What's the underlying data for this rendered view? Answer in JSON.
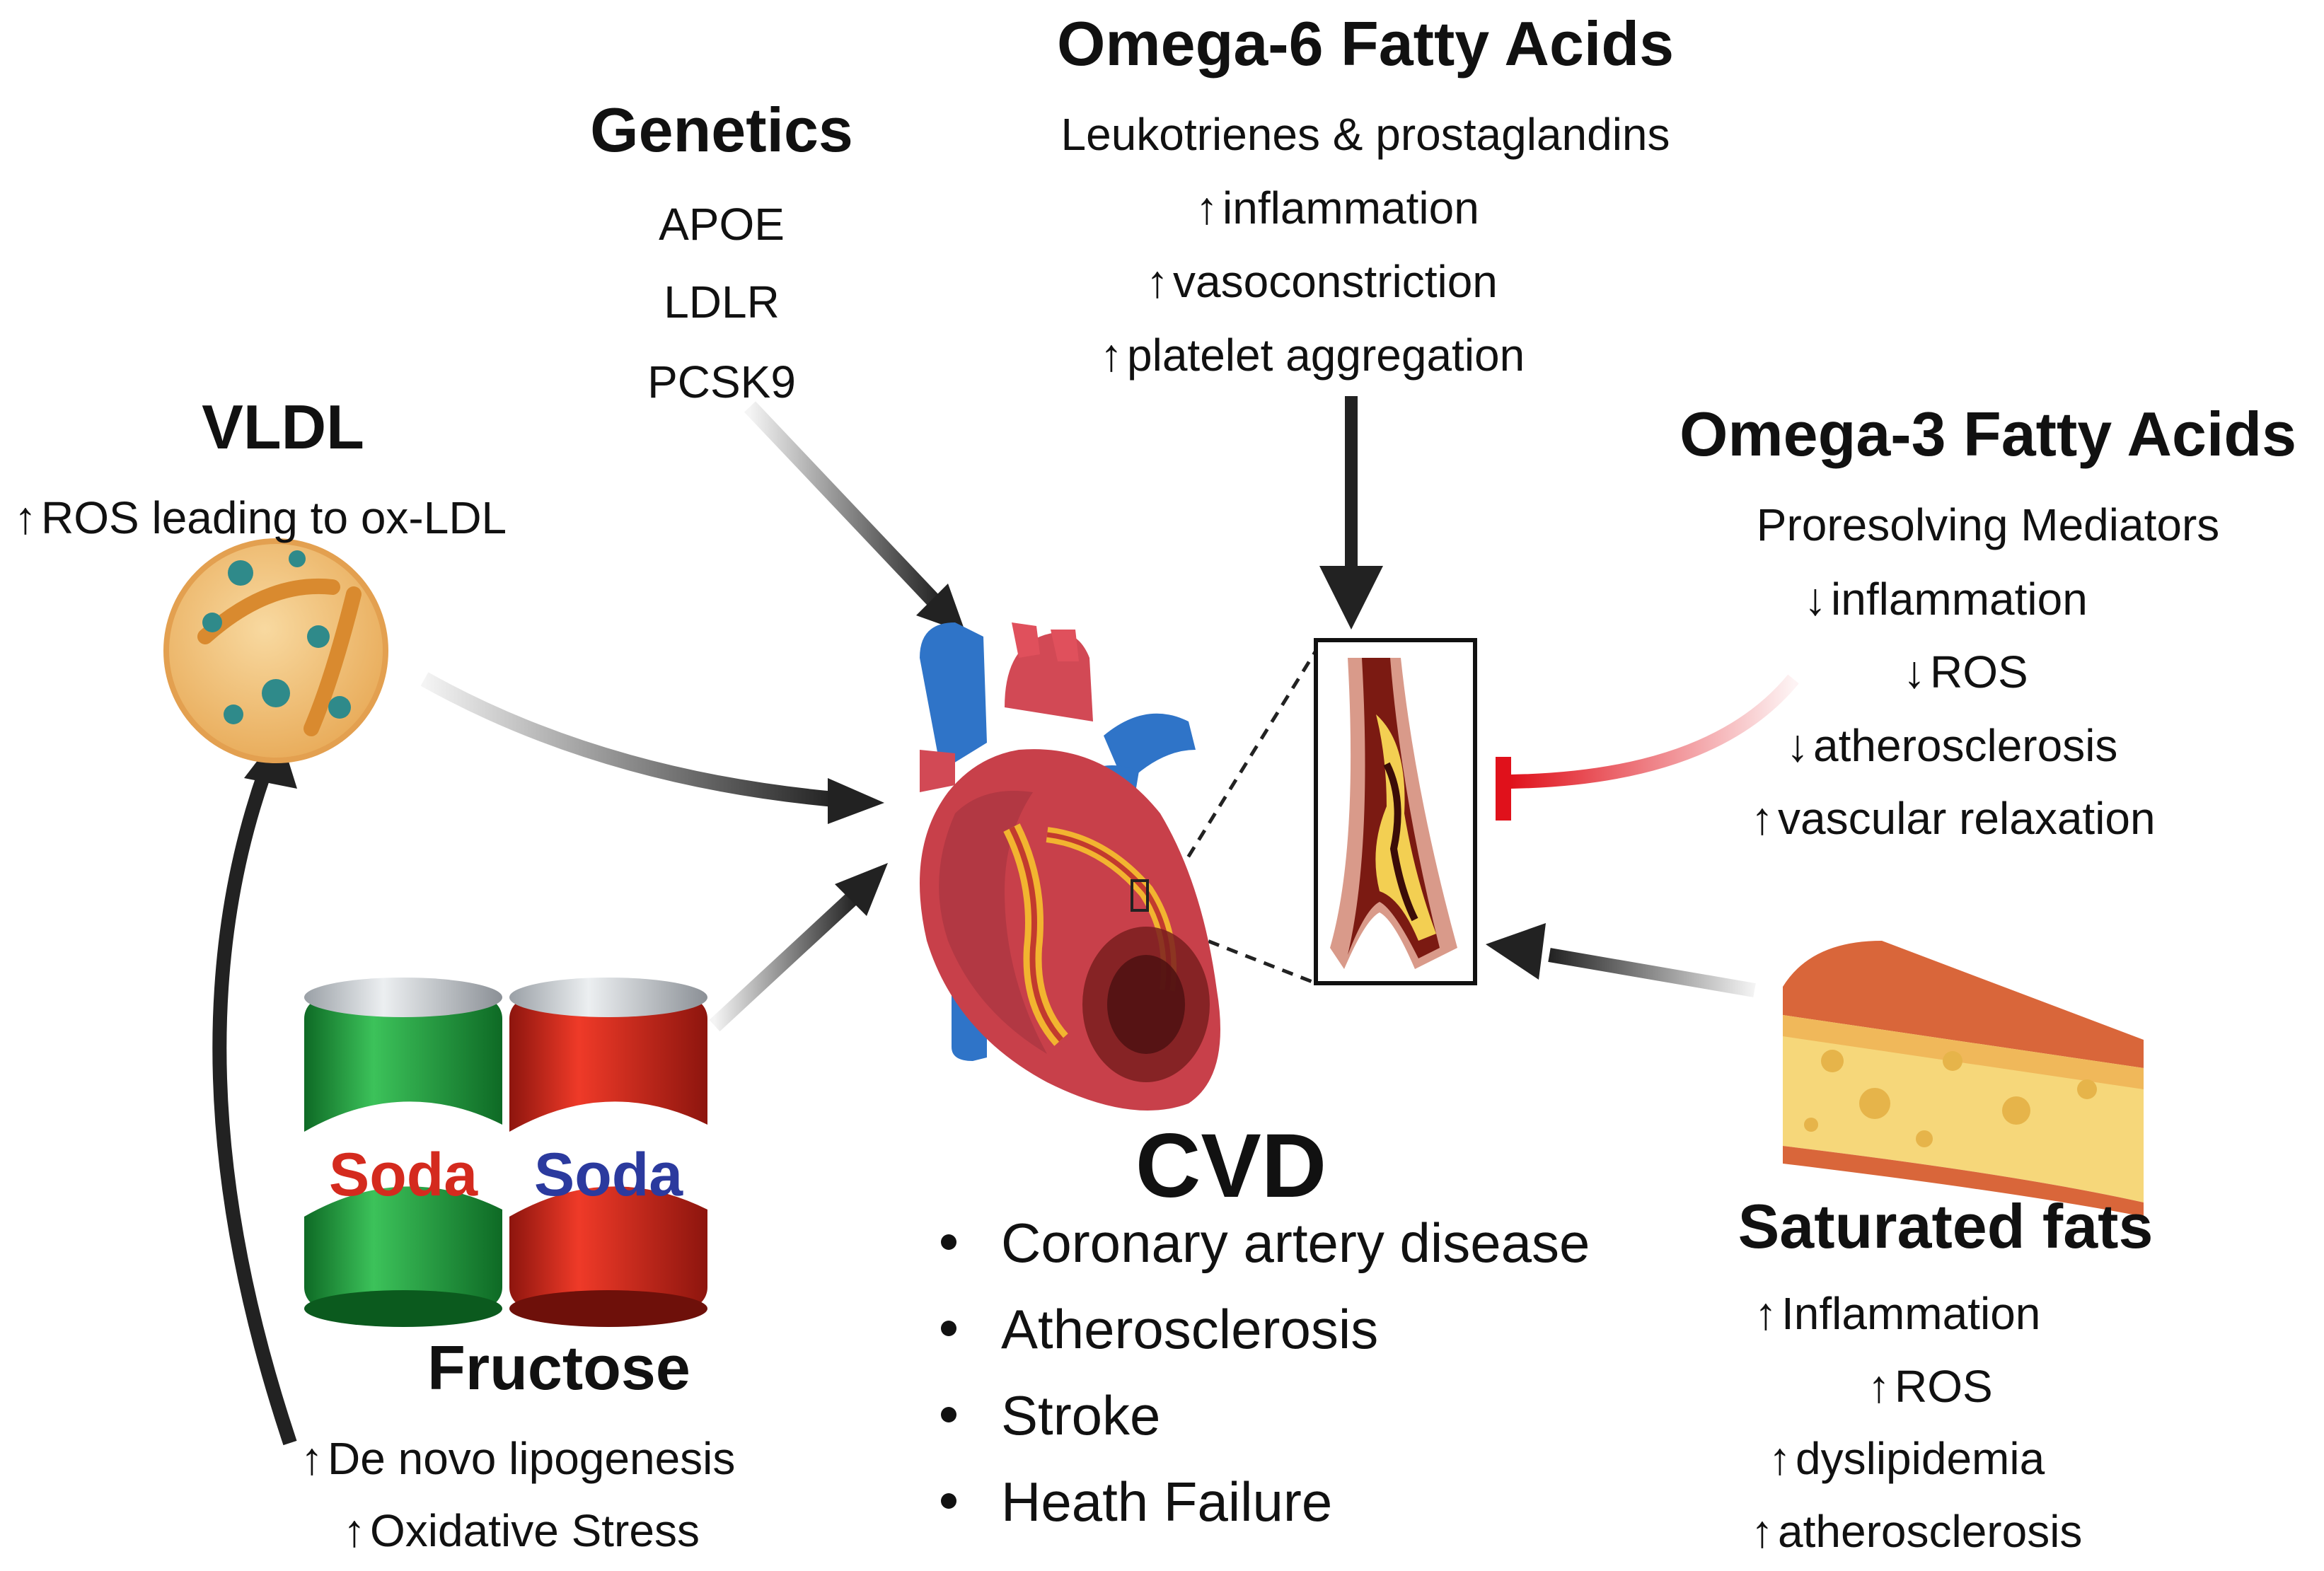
{
  "genetics": {
    "title": "Genetics",
    "items": [
      "APOE",
      "LDLR",
      "PCSK9"
    ]
  },
  "omega6": {
    "title": "Omega-6 Fatty Acids",
    "subtitle": "Leukotrienes & prostaglandins",
    "effects": [
      "inflammation",
      "vasoconstriction",
      "platelet aggregation"
    ],
    "effect_dirs": [
      "up",
      "up",
      "up"
    ]
  },
  "omega3": {
    "title": "Omega-3 Fatty Acids",
    "subtitle": "Proresolving Mediators",
    "effects": [
      "inflammation",
      "ROS",
      "atherosclerosis",
      "vascular relaxation"
    ],
    "effect_dirs": [
      "down",
      "down",
      "down",
      "up"
    ]
  },
  "vldl": {
    "title": "VLDL",
    "effects": [
      "ROS leading to ox-LDL"
    ],
    "effect_dirs": [
      "up"
    ]
  },
  "fructose": {
    "title": "Fructose",
    "effects": [
      "De novo lipogenesis",
      "Oxidative Stress"
    ],
    "effect_dirs": [
      "up",
      "up"
    ],
    "can_label": "Soda"
  },
  "saturated": {
    "title": "Saturated fats",
    "effects": [
      "Inflammation",
      "ROS",
      "dyslipidemia",
      "atherosclerosis"
    ],
    "effect_dirs": [
      "up",
      "up",
      "up",
      "up"
    ]
  },
  "cvd": {
    "title": "CVD",
    "items": [
      "Coronary artery disease",
      "Atherosclerosis",
      "Stroke",
      "Heath Failure"
    ]
  },
  "icons": [
    "heart-icon",
    "artery-plaque-icon",
    "lipoprotein-icon",
    "soda-can-icon",
    "cheese-icon",
    "arrow-up-icon",
    "arrow-down-icon",
    "inhibit-icon"
  ],
  "colors": {
    "arrow": "#222222",
    "inhibit": "#e0111b",
    "heart": "#c8404a",
    "vessel_blue": "#2f74c8",
    "cheese": "#f6d77a",
    "rind": "#d9663a",
    "can_green": "#1f9b3a",
    "can_red": "#d42a1e"
  }
}
